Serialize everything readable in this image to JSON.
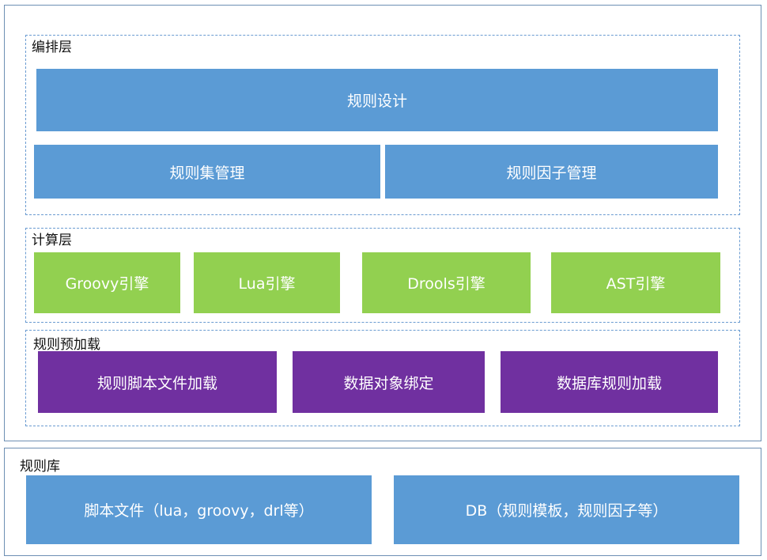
{
  "orchestration_layer": {
    "label": "编排层",
    "design": "规则设计",
    "ruleset_mgmt": "规则集管理",
    "factor_mgmt": "规则因子管理"
  },
  "compute_layer": {
    "label": "计算层",
    "engines": [
      "Groovy引擎",
      "Lua引擎",
      "Drools引擎",
      "AST引擎"
    ]
  },
  "preload_layer": {
    "label": "规则预加载",
    "items": [
      "规则脚本文件加载",
      "数据对象绑定",
      "数据库规则加载"
    ]
  },
  "rule_store": {
    "label": "规则库",
    "items": [
      "脚本文件（lua，groovy，drl等）",
      "DB（规则模板，规则因子等）"
    ]
  },
  "colors": {
    "blue": "#5b9bd5",
    "green": "#92d050",
    "purple": "#7030a0",
    "dash": "#6a9bd1",
    "frame": "#6d8fb3"
  }
}
